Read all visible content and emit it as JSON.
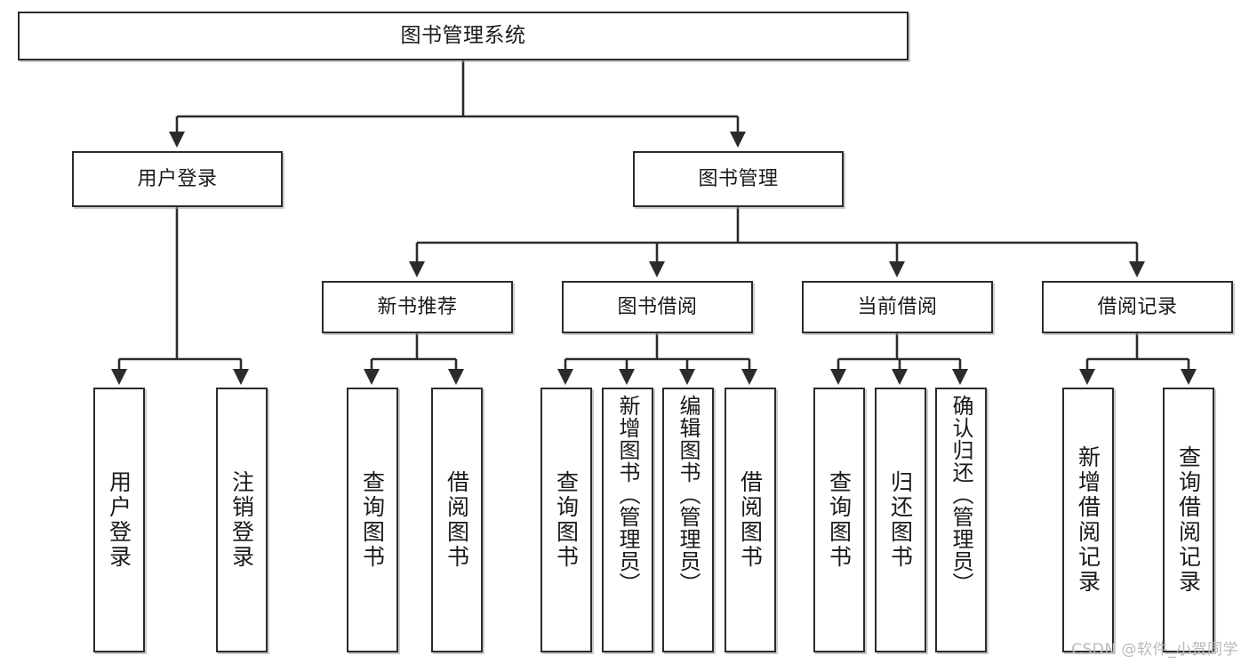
{
  "diagram": {
    "title": "图书管理系统",
    "type": "tree-hierarchy-chart",
    "watermark": "CSDN @软件_小贺同学",
    "colors": {
      "stroke": "#2b2b2b",
      "fill": "#ffffff",
      "shadow": "#a0a0a0",
      "watermark": "#b9b9b9"
    },
    "nodes": {
      "root": {
        "label": "图书管理系统"
      },
      "level2": [
        {
          "id": "user-login",
          "label": "用户登录"
        },
        {
          "id": "book-manage",
          "label": "图书管理"
        }
      ],
      "level3": [
        {
          "id": "new-book-rec",
          "label": "新书推荐"
        },
        {
          "id": "book-borrow",
          "label": "图书借阅"
        },
        {
          "id": "current-borrow",
          "label": "当前借阅"
        },
        {
          "id": "borrow-record",
          "label": "借阅记录"
        }
      ],
      "leaves": {
        "user-login": [
          {
            "id": "leaf-user-login",
            "label": "用户登录"
          },
          {
            "id": "leaf-logout-login",
            "label": "注销登录"
          }
        ],
        "new-book-rec": [
          {
            "id": "leaf-query-book-1",
            "label": "查询图书"
          },
          {
            "id": "leaf-borrow-book-1",
            "label": "借阅图书"
          }
        ],
        "book-borrow": [
          {
            "id": "leaf-query-book-2",
            "label": "查询图书"
          },
          {
            "id": "leaf-add-book",
            "label": "新增图书（管理员）"
          },
          {
            "id": "leaf-edit-book",
            "label": "编辑图书（管理员）"
          },
          {
            "id": "leaf-borrow-book-2",
            "label": "借阅图书"
          }
        ],
        "current-borrow": [
          {
            "id": "leaf-query-book-3",
            "label": "查询图书"
          },
          {
            "id": "leaf-return-book",
            "label": "归还图书"
          },
          {
            "id": "leaf-confirm-return",
            "label": "确认归还（管理员）"
          }
        ],
        "borrow-record": [
          {
            "id": "leaf-add-record",
            "label": "新增借阅记录"
          },
          {
            "id": "leaf-query-record",
            "label": "查询借阅记录"
          }
        ]
      }
    }
  }
}
